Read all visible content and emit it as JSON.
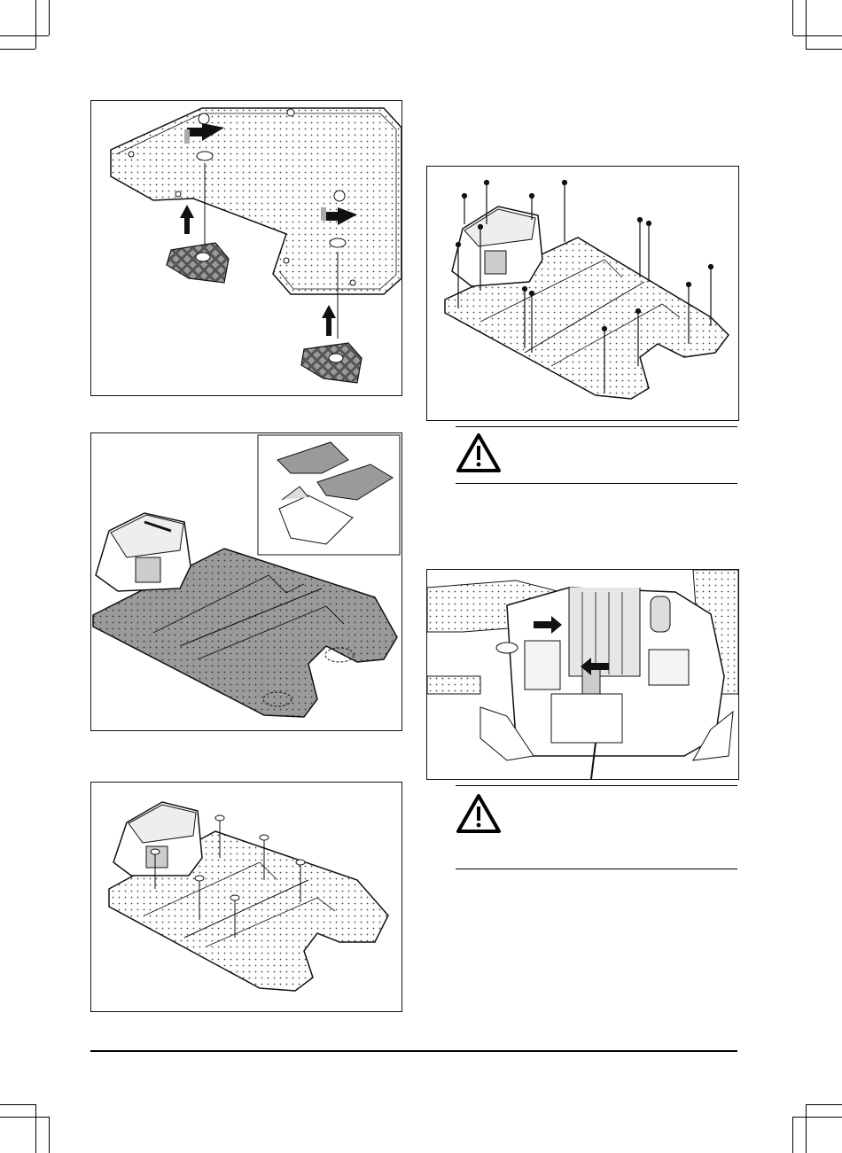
{
  "page": {
    "figures": [
      {
        "id": "fig-remove-cover-plates",
        "caption": ""
      },
      {
        "id": "fig-place-plates",
        "caption": ""
      },
      {
        "id": "fig-install-washers",
        "caption": ""
      },
      {
        "id": "fig-screw-plates",
        "caption": ""
      },
      {
        "id": "fig-connect-cables",
        "caption": ""
      }
    ],
    "warnings": [
      {
        "icon": "warning-triangle-icon",
        "text": ""
      },
      {
        "icon": "warning-triangle-icon",
        "text": ""
      }
    ]
  },
  "colors": {
    "line": "#1a1a1a",
    "plate_fill": "#ffffff",
    "plate_dark": "#8a8a8a",
    "dots": "#555555"
  }
}
